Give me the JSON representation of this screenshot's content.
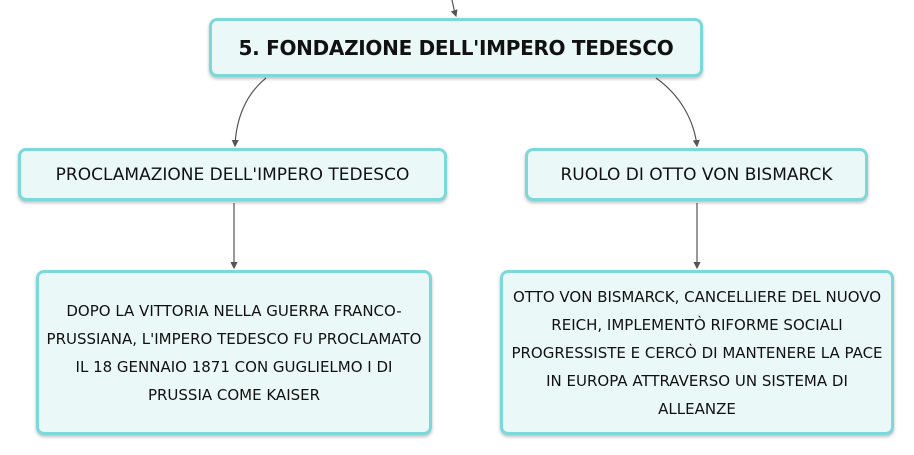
{
  "mindmap": {
    "root": {
      "title": "5. FONDAZIONE DELL'IMPERO TEDESCO"
    },
    "branches": [
      {
        "topic": "PROCLAMAZIONE DELL'IMPERO TEDESCO",
        "detail": "DOPO LA VITTORIA NELLA GUERRA FRANCO-PRUSSIANA, L'IMPERO TEDESCO FU PROCLAMATO IL 18 GENNAIO 1871 CON GUGLIELMO I DI PRUSSIA COME KAISER"
      },
      {
        "topic": "RUOLO DI OTTO VON BISMARCK",
        "detail": "OTTO VON BISMARCK, CANCELLIERE DEL NUOVO REICH, IMPLEMENTÒ RIFORME SOCIALI PROGRESSISTE E CERCÒ DI MANTENERE LA PACE IN EUROPA ATTRAVERSO UN SISTEMA DI ALLEANZE"
      }
    ]
  },
  "colors": {
    "node_border": "#7dd8da",
    "node_fill": "#ebf8f8",
    "connector": "#555555"
  }
}
